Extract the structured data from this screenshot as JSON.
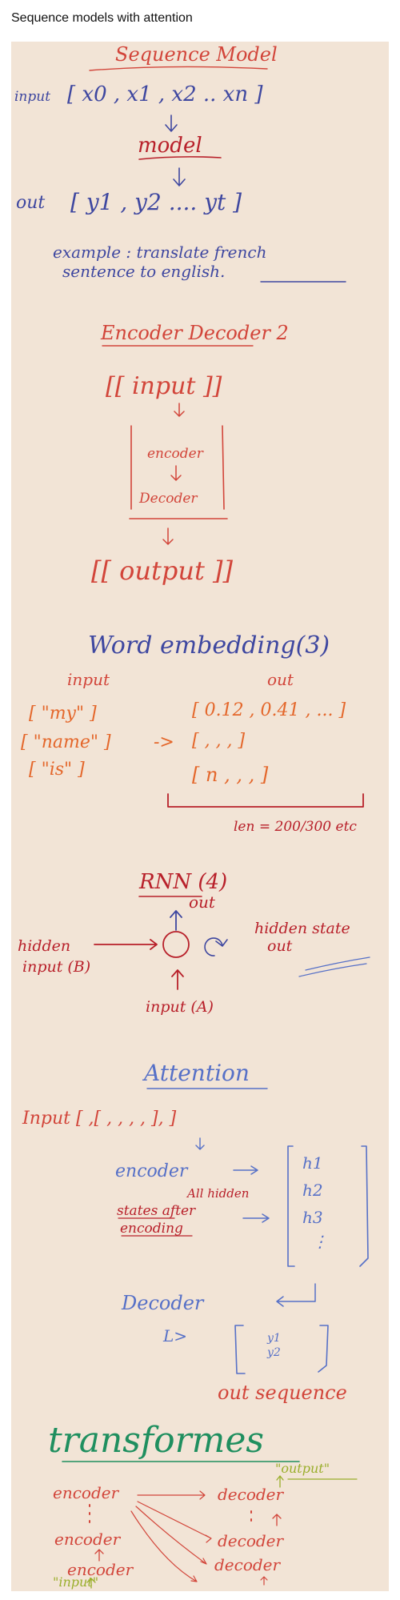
{
  "page": {
    "title": "Sequence models with attention"
  },
  "colors": {
    "paper": "#f2e4d6",
    "red": "#d2453a",
    "dark_red": "#b8202a",
    "blue": "#3e47a0",
    "light_blue": "#5670c7",
    "orange": "#e4672b",
    "teal": "#2e9a7a",
    "green": "#1f8f5f",
    "olive": "#9aae2b"
  },
  "note": {
    "seq_title": "Sequence Model",
    "seq_input_label": "input",
    "seq_input": "[ x0 , x1 , x2 .. xn ]",
    "seq_model": "model",
    "seq_out_label": "out",
    "seq_out": "[ y1 , y2 .... yt ]",
    "example_line1": "example : translate french",
    "example_line2": "sentence to english.",
    "encdec_title": "Encoder Decoder 2",
    "encdec_input": "[[ input ]]",
    "encdec_encoder": "encoder",
    "encdec_decoder": "Decoder",
    "encdec_output": "[[ output ]]",
    "we_title": "Word embedding(3)",
    "we_input_label": "input",
    "we_out_label": "out",
    "we_in_1": "[ \"my\" ]",
    "we_in_2": "[ \"name\" ]",
    "we_in_3": "[ \"is\" ]",
    "we_out_1": "[ 0.12 , 0.41 , ... ]",
    "we_out_2": "[ ,    ,    , ]",
    "we_out_3": "[ n ,   ,   , ]",
    "we_len": "len = 200/300 etc",
    "rnn_title": "RNN (4)",
    "rnn_out": "out",
    "rnn_hidden_state": "hidden state",
    "rnn_hidden_state2": "out",
    "rnn_hidden_input1": "hidden",
    "rnn_hidden_input2": "input (B)",
    "rnn_input": "input (A)",
    "att_title": "Attention",
    "att_input": "Input [ ,[ ,  ,  ,  ,  ], ]",
    "att_encoder": "encoder",
    "att_states1": "All hidden",
    "att_states2": "states after",
    "att_states3": "encoding",
    "att_h1": "h1",
    "att_h2": "h2",
    "att_h3": "h3",
    "att_decoder": "Decoder",
    "att_y1": "y1",
    "att_y2": "y2",
    "att_out_seq": "out sequence",
    "tr_title": "transformes",
    "tr_output": "\"output\"",
    "tr_enc1": "encoder",
    "tr_enc2": "encoder",
    "tr_enc3": "encoder",
    "tr_dec1": "decoder",
    "tr_dec2": "decoder",
    "tr_dec3": "decoder",
    "tr_input": "\"input\""
  }
}
